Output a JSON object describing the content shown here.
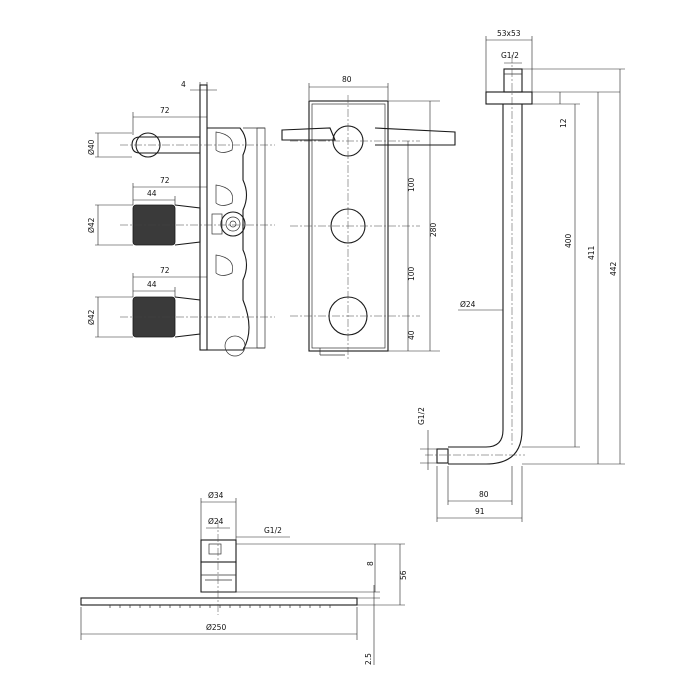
{
  "side_view": {
    "flange_thickness": "4",
    "spout_length": "72",
    "spout_diameter": "Ø40",
    "handle1_length": "72",
    "handle1_knurl": "44",
    "handle1_diameter": "Ø42",
    "handle2_length": "72",
    "handle2_knurl": "44",
    "handle2_diameter": "Ø42"
  },
  "front_view": {
    "plate_width": "80",
    "spacing_top": "100",
    "spacing_mid": "100",
    "bottom_offset": "40",
    "plate_height": "280"
  },
  "shower_arm": {
    "flange_size": "53x53",
    "thread_top": "G1/2",
    "flange_depth": "12",
    "arm_height": "400",
    "total_height_1": "411",
    "total_height_2": "442",
    "pipe_diameter": "Ø24",
    "thread_bottom": "G1/2",
    "arm_projection": "80",
    "total_projection": "91"
  },
  "shower_head": {
    "connector_outer": "Ø34",
    "connector_inner": "Ø24",
    "thread": "G1/2",
    "connector_depth": "8",
    "total_height": "56",
    "head_diameter": "Ø250",
    "head_thickness": "2.5"
  }
}
